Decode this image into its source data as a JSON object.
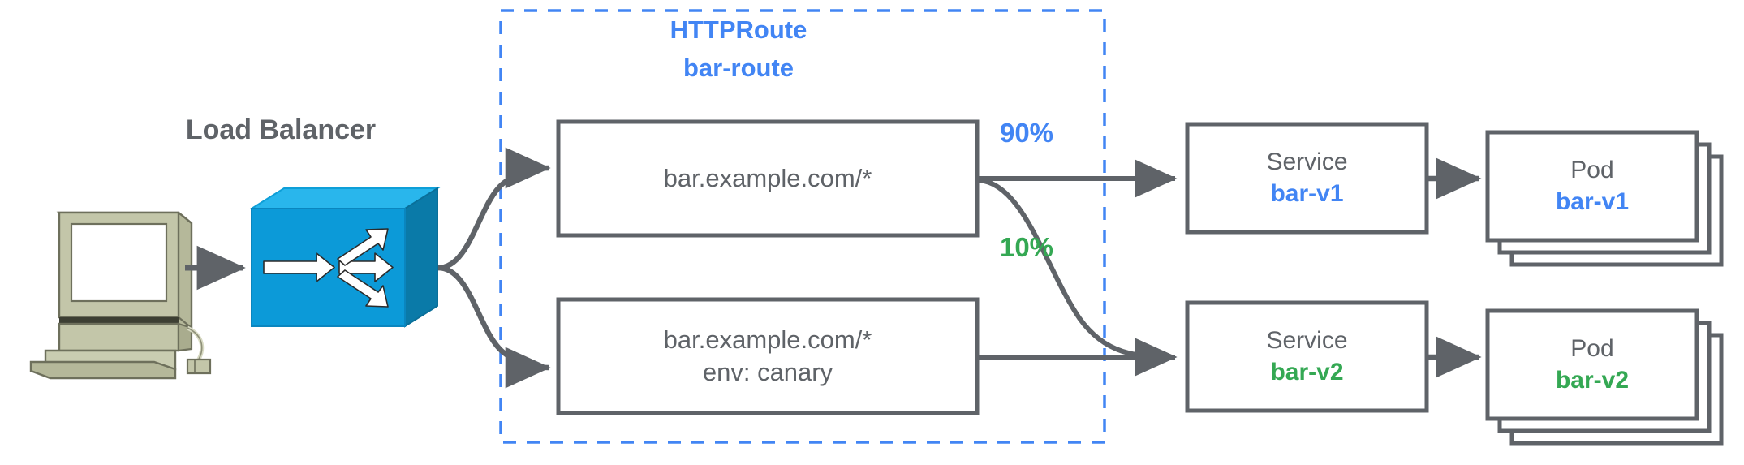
{
  "diagram": {
    "title_visible": false,
    "client": {
      "icon": "desktop-computer-icon",
      "alt": "client computer"
    },
    "load_balancer": {
      "label": "Load Balancer",
      "icon": "load-balancer-switch-icon"
    },
    "httproute_group": {
      "kind_label": "HTTPRoute",
      "name_label": "bar-route",
      "border_style": "dashed",
      "border_color": "#4285f4"
    },
    "match_rules": [
      {
        "id": "rule-primary",
        "lines": [
          "bar.example.com/*"
        ]
      },
      {
        "id": "rule-canary",
        "lines": [
          "bar.example.com/*",
          "env: canary"
        ]
      }
    ],
    "weights": [
      {
        "value": "90%",
        "color": "#4285f4",
        "target": "bar-v1"
      },
      {
        "value": "10%",
        "color": "#34a853",
        "target": "bar-v2"
      }
    ],
    "services": [
      {
        "kind": "Service",
        "name": "bar-v1",
        "color": "#4285f4"
      },
      {
        "kind": "Service",
        "name": "bar-v2",
        "color": "#34a853"
      }
    ],
    "pods": [
      {
        "kind": "Pod",
        "name": "bar-v1",
        "color": "#4285f4",
        "replicas": 3
      },
      {
        "kind": "Pod",
        "name": "bar-v2",
        "color": "#34a853",
        "replicas": 3
      }
    ],
    "colors": {
      "stroke_gray": "#5f6368",
      "blue": "#4285f4",
      "green": "#34a853",
      "lb_blue": "#0c9ad8",
      "computer_body": "#b5b89a"
    }
  }
}
